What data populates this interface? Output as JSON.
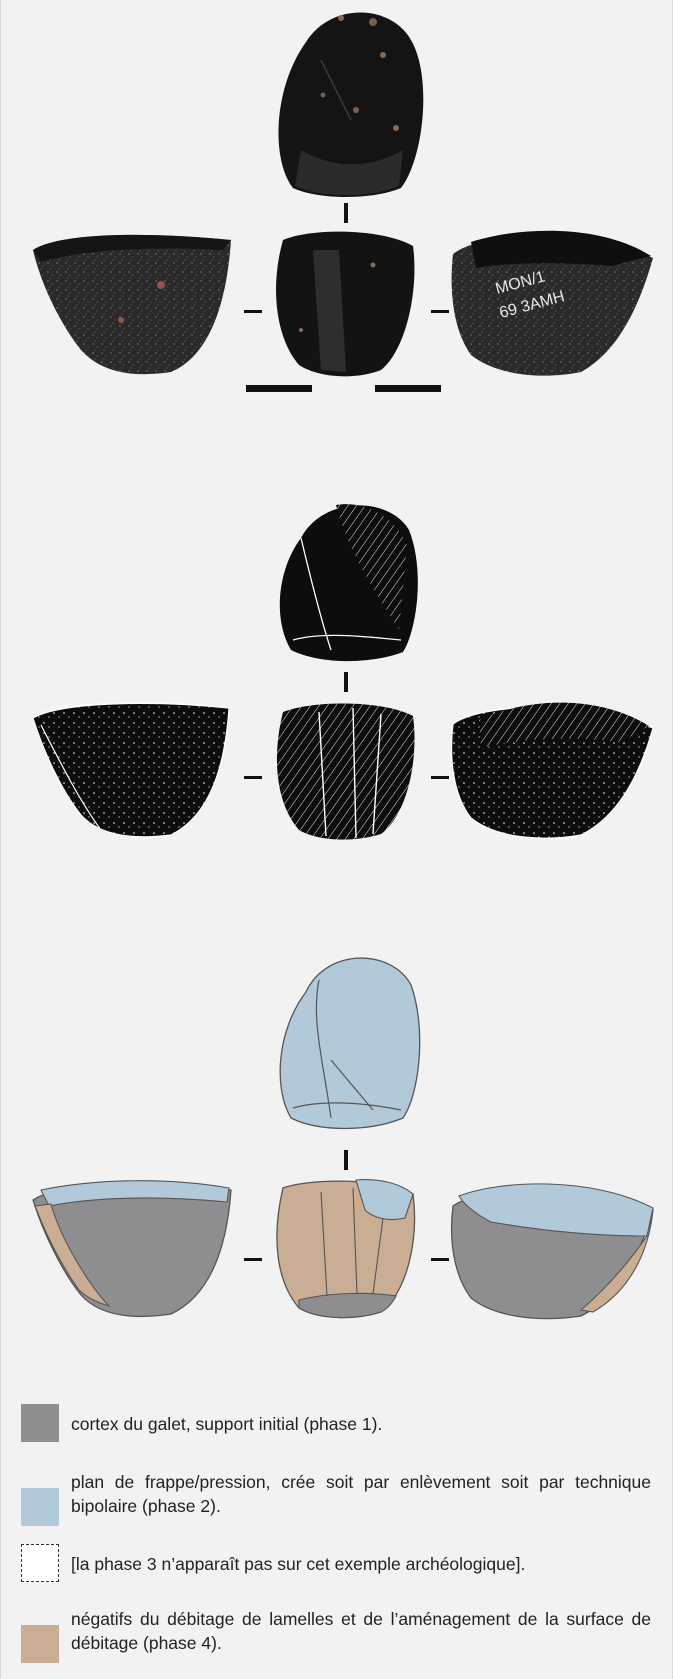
{
  "colors": {
    "cortex": "#8e8e90",
    "plan_de_frappe": "#b2c9da",
    "phase3": "#ffffff",
    "negatifs": "#c9ae93",
    "stone": "#1a1a1a",
    "outline": "#555555"
  },
  "legend": {
    "items": [
      {
        "swatch": "cortex",
        "text": "cortex du galet, support initial (phase 1)."
      },
      {
        "swatch": "plan_de_frappe",
        "text": "plan de frappe/pression, crée soit par enlèvement soit par technique bipolaire (phase 2)."
      },
      {
        "swatch": "phase3",
        "text": "[la phase 3 n’apparaît pas sur cet exemple archéologique]."
      },
      {
        "swatch": "negatifs",
        "text": "négatifs du débitage de lamelles et de l’aménagement de la surface de débitage (phase 4)."
      }
    ]
  },
  "photo_inscription": {
    "line1": "MON/1",
    "line2": "69 3AMH"
  }
}
